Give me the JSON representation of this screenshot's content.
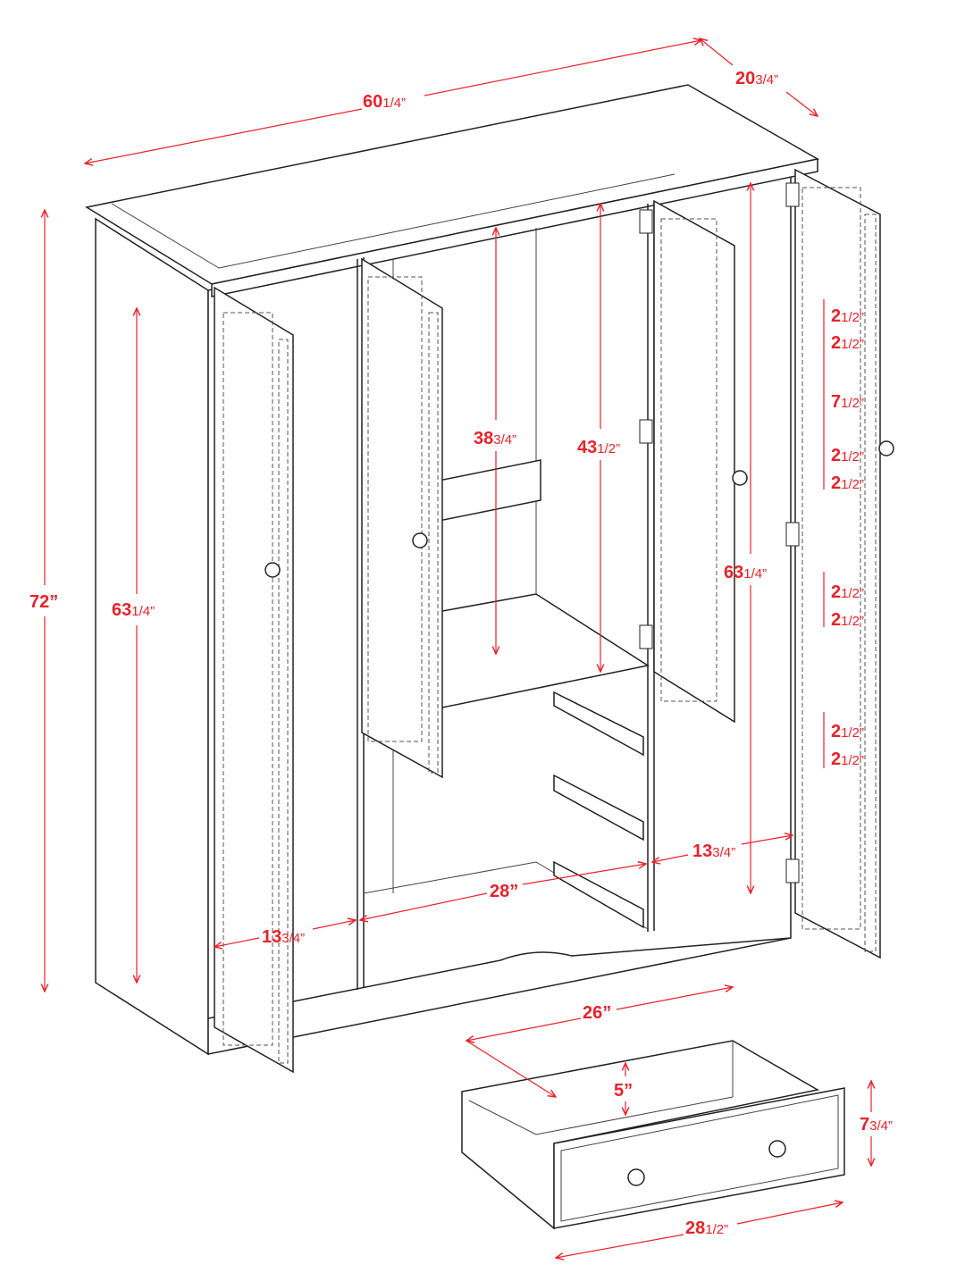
{
  "accent_color": "#e8222a",
  "dimensions": {
    "width": {
      "whole": "60",
      "frac": "1/4”"
    },
    "depth": {
      "whole": "20",
      "frac": "3/4”"
    },
    "height": {
      "whole": "72”",
      "frac": ""
    },
    "left_door_height": {
      "whole": "63",
      "frac": "1/4”"
    },
    "center_upper": {
      "whole": "38",
      "frac": "3/4”"
    },
    "center_hanging": {
      "whole": "43",
      "frac": "1/2”"
    },
    "right_door_height": {
      "whole": "63",
      "frac": "1/4”"
    },
    "shelf_spacing": [
      {
        "whole": "2",
        "frac": "1/2”"
      },
      {
        "whole": "2",
        "frac": "1/2”"
      },
      {
        "whole": "7",
        "frac": "1/2”"
      },
      {
        "whole": "2",
        "frac": "1/2”"
      },
      {
        "whole": "2",
        "frac": "1/2”"
      },
      {
        "whole": "2",
        "frac": "1/2”"
      },
      {
        "whole": "2",
        "frac": "1/2”"
      },
      {
        "whole": "2",
        "frac": "1/2”"
      },
      {
        "whole": "2",
        "frac": "1/2”"
      }
    ],
    "left_compartment_width": {
      "whole": "13",
      "frac": "3/4”"
    },
    "right_compartment_width": {
      "whole": "13",
      "frac": "3/4”"
    },
    "center_width": {
      "whole": "28”",
      "frac": ""
    },
    "drawer_depth": {
      "whole": "26”",
      "frac": ""
    },
    "drawer_inner_height": {
      "whole": "5”",
      "frac": ""
    },
    "drawer_front_height": {
      "whole": "7",
      "frac": "3/4”"
    },
    "drawer_front_width": {
      "whole": "28",
      "frac": "1/2”"
    }
  }
}
